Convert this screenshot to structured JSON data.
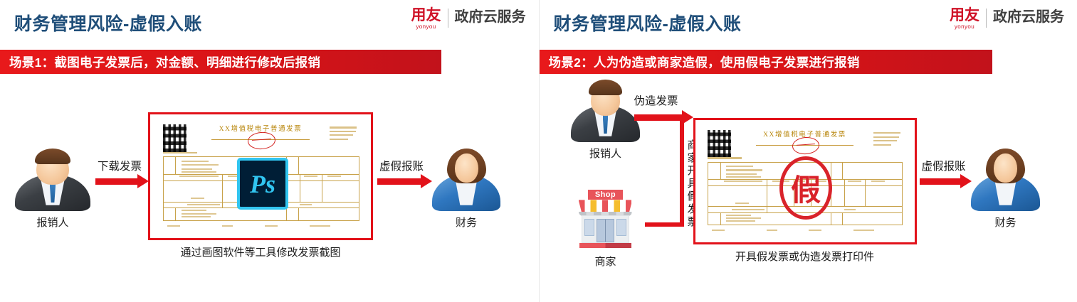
{
  "panels": [
    {
      "title": "财务管理风险-虚假入账",
      "banner": "场景1：截图电子发票后，对金额、明细进行修改后报销",
      "logo": {
        "cn": "用友",
        "en": "yonyou",
        "sub": "政府云服务"
      },
      "actor_left": {
        "label": "报销人",
        "type": "male"
      },
      "actor_right": {
        "label": "财务",
        "type": "female"
      },
      "arrow_in_label": "下载发票",
      "arrow_out_label": "虚假报账",
      "caption": "通过画图软件等工具修改发票截图",
      "invoice": {
        "title": "XX增值税电子普通发票",
        "overlay": "Ps",
        "overlay_type": "photoshop-icon"
      }
    },
    {
      "title": "财务管理风险-虚假入账",
      "banner": "场景2：人为伪造或商家造假，使用假电子发票进行报销",
      "logo": {
        "cn": "用友",
        "en": "yonyou",
        "sub": "政府云服务"
      },
      "actor_left": {
        "label": "报销人",
        "type": "male"
      },
      "actor_right": {
        "label": "财务",
        "type": "female"
      },
      "merchant": {
        "label": "商家",
        "sign": "Shop"
      },
      "arrow_in_label": "伪造发票",
      "arrow_out_label": "虚假报账",
      "vertical_label": "商家开具假发票",
      "caption": "开具假发票或伪造发票打印件",
      "invoice": {
        "title": "XX增值税电子普通发票",
        "overlay": "假",
        "overlay_type": "fake-stamp"
      }
    }
  ],
  "colors": {
    "brand_red": "#cf1126",
    "banner_red": "#e2121a",
    "title_blue": "#1f4e79",
    "invoice_gold": "#c8a24a",
    "ps_bg": "#001e36",
    "ps_accent": "#31c5f0"
  }
}
